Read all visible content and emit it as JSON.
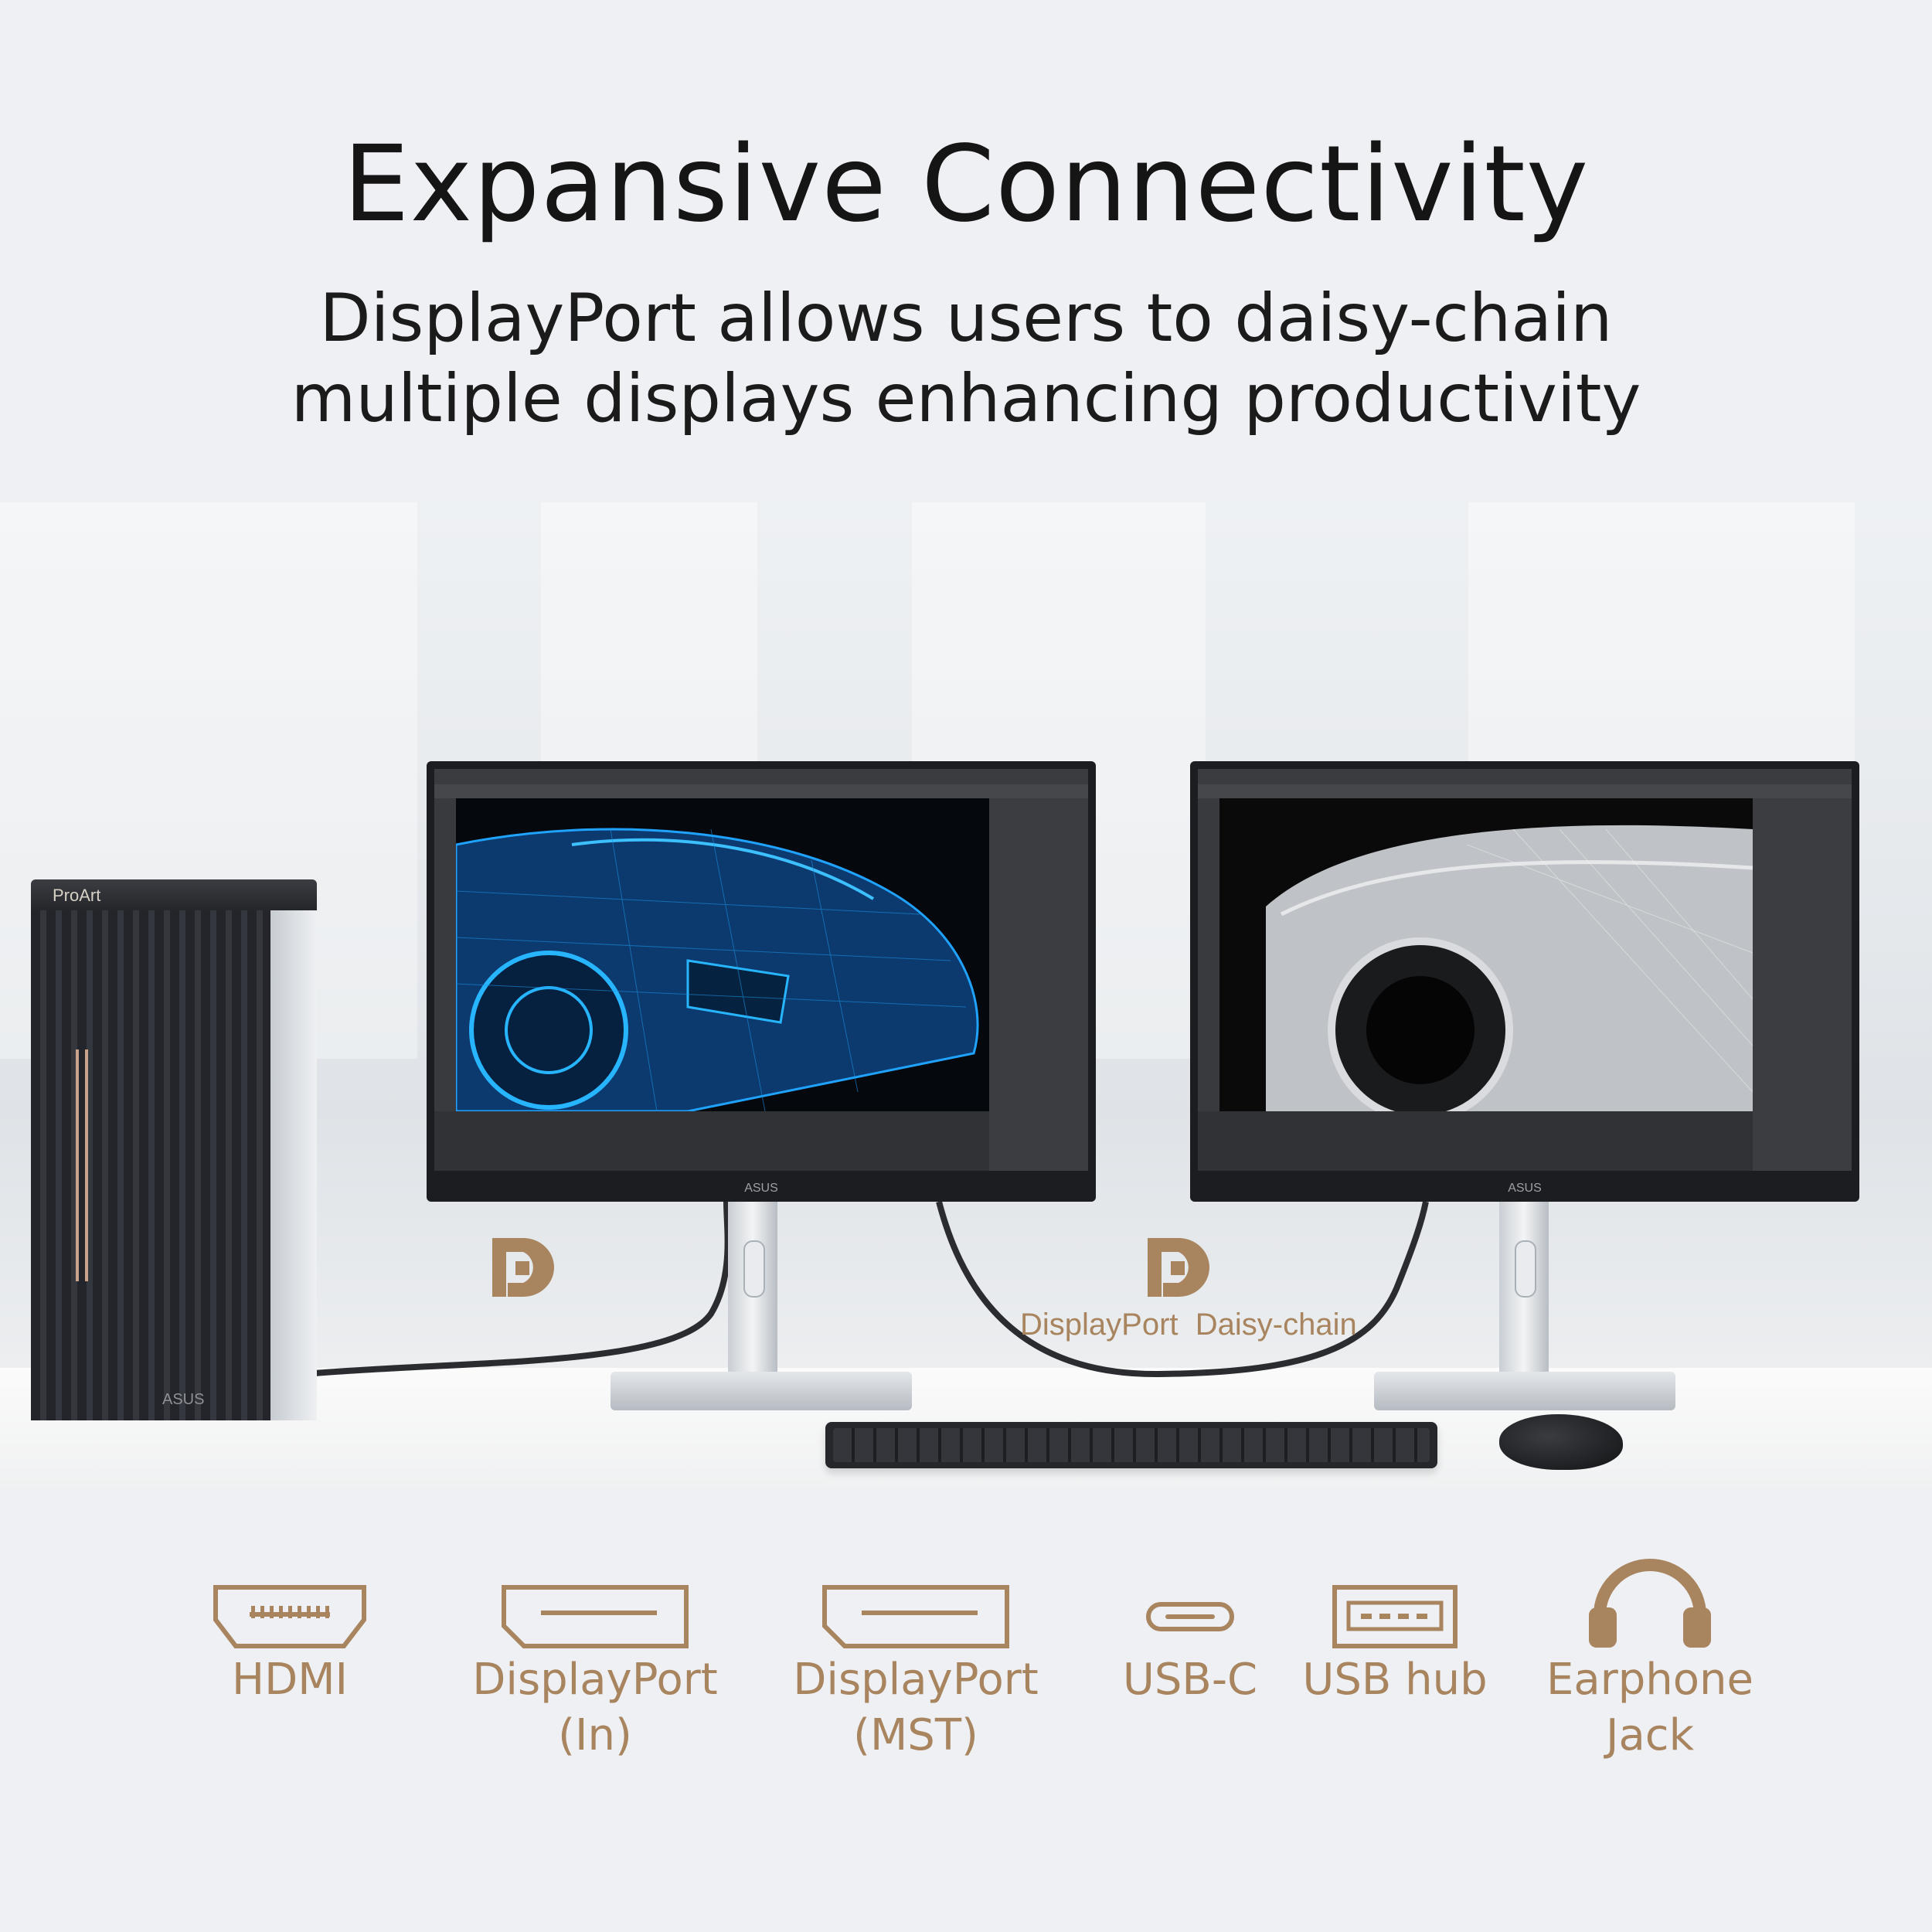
{
  "headline": "Expansive Connectivity",
  "subline": {
    "line1": "DisplayPort allows users to daisy-chain",
    "line2": "multiple displays enhancing productivity"
  },
  "tower": {
    "logo": "ProArt",
    "badge": "ASUS"
  },
  "monitors": {
    "left_logo": "ASUS",
    "right_logo": "ASUS"
  },
  "daisy_chain_label": "DisplayPort  Daisy-chain",
  "ports": [
    {
      "label": "HDMI",
      "icon": "hdmi-port-icon"
    },
    {
      "label": "DisplayPort (In)",
      "icon": "displayport-icon"
    },
    {
      "label": "DisplayPort\n(MST)",
      "icon": "displayport-icon"
    },
    {
      "label": "USB-C",
      "icon": "usb-c-icon"
    },
    {
      "label": "USB hub",
      "icon": "usb-hub-icon"
    },
    {
      "label": "Earphone\nJack",
      "icon": "headphones-icon"
    }
  ],
  "colors": {
    "accent": "#a8845f",
    "heading": "#151515",
    "background": "#eef0f3"
  }
}
